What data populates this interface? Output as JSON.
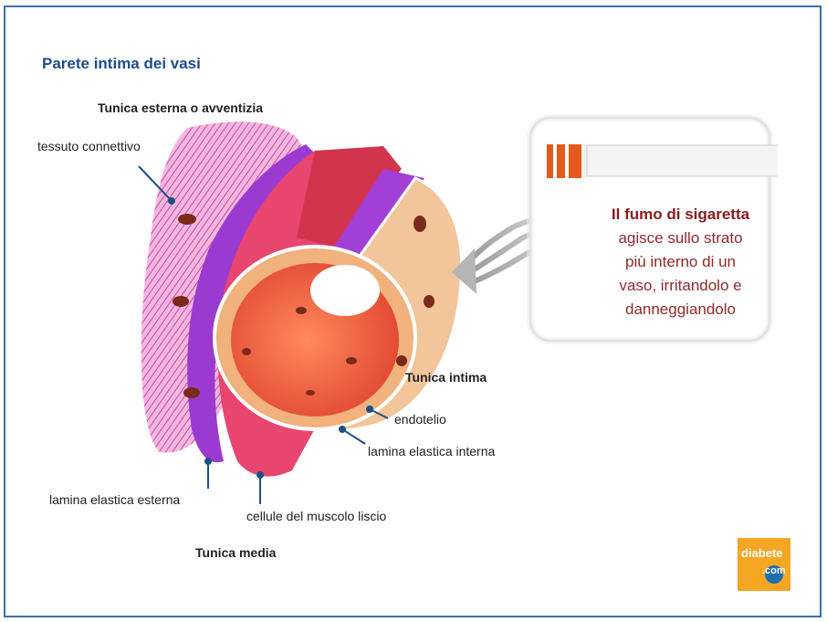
{
  "title": "Parete intima dei vasi",
  "labels": {
    "tunica_esterna": "Tunica esterna o avventizia",
    "tessuto_connettivo": "tessuto connettivo",
    "tunica_intima": "Tunica intima",
    "endotelio": "endotelio",
    "lamina_elastica_interna": "lamina elastica interna",
    "lamina_elastica_esterna": "lamina elastica esterna",
    "cellule_muscolo_liscio": "cellule del muscolo liscio",
    "tunica_media": "Tunica media"
  },
  "callout": {
    "highlight": "Il fumo di sigaretta",
    "line1": "agisce sullo strato",
    "line2": "più interno di un",
    "line3": "vaso, irritandolo e",
    "line4": "danneggiandolo"
  },
  "logo": {
    "line1": "diabete",
    "line2": ".com"
  },
  "colors": {
    "title": "#1f4c8f",
    "frame": "#3f6fb0",
    "callout_text": "#8f2a2a",
    "logo": "#f5a623"
  }
}
